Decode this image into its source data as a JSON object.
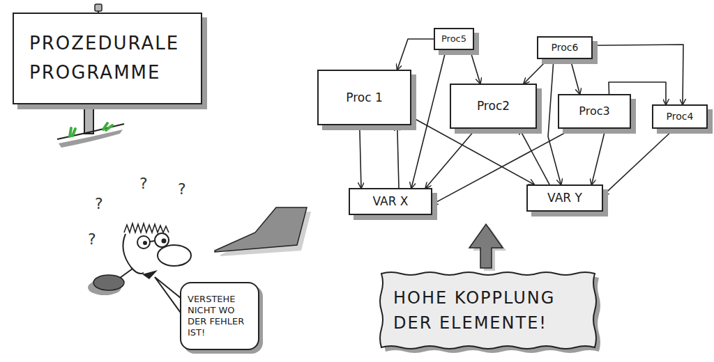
{
  "diagram": {
    "nodes": [
      {
        "text": [
          "PROZEDURALE PROGRAMME"
        ]
      },
      {
        "text": [
          "Proc5"
        ]
      },
      {
        "text": [
          "Proc6"
        ]
      },
      {
        "text": [
          "Proc 1"
        ]
      },
      {
        "text": [
          "Proc2"
        ]
      },
      {
        "text": [
          "Proc3"
        ]
      },
      {
        "text": [
          "Proc4"
        ]
      },
      {
        "text": [
          "VAR X"
        ]
      },
      {
        "text": [
          "VAR Y"
        ]
      },
      {
        "text": [
          "VERSTEHE NICHT WO DER FEHLER IST!"
        ]
      },
      {
        "text": [
          "HOHE KOPPLUNG DER ELEMENTE!"
        ]
      }
    ],
    "edges": [
      {
        "from": 1,
        "to": 3,
        "arrow": "to"
      },
      {
        "from": 1,
        "to": 4,
        "arrow": "to"
      },
      {
        "from": 1,
        "to": 7,
        "arrow": "to"
      },
      {
        "from": 2,
        "to": 4,
        "arrow": "to"
      },
      {
        "from": 2,
        "to": 5,
        "arrow": "to"
      },
      {
        "from": 2,
        "to": 6,
        "arrow": "to"
      },
      {
        "from": 2,
        "to": 8,
        "arrow": "to"
      },
      {
        "from": 5,
        "to": 6,
        "arrow": "to"
      },
      {
        "from": 3,
        "to": 7,
        "arrow": "to"
      },
      {
        "from": 7,
        "to": 3,
        "arrow": "to"
      },
      {
        "from": 3,
        "to": 8,
        "arrow": "to"
      },
      {
        "from": 4,
        "to": 7,
        "arrow": "to"
      },
      {
        "from": 8,
        "to": 4,
        "arrow": "to"
      },
      {
        "from": 5,
        "to": 7,
        "arrow": "to"
      },
      {
        "from": 5,
        "to": 8,
        "arrow": "to"
      },
      {
        "from": 6,
        "to": 8,
        "arrow": "to"
      }
    ],
    "labels": [
      "?",
      "?",
      "?",
      "?"
    ]
  }
}
